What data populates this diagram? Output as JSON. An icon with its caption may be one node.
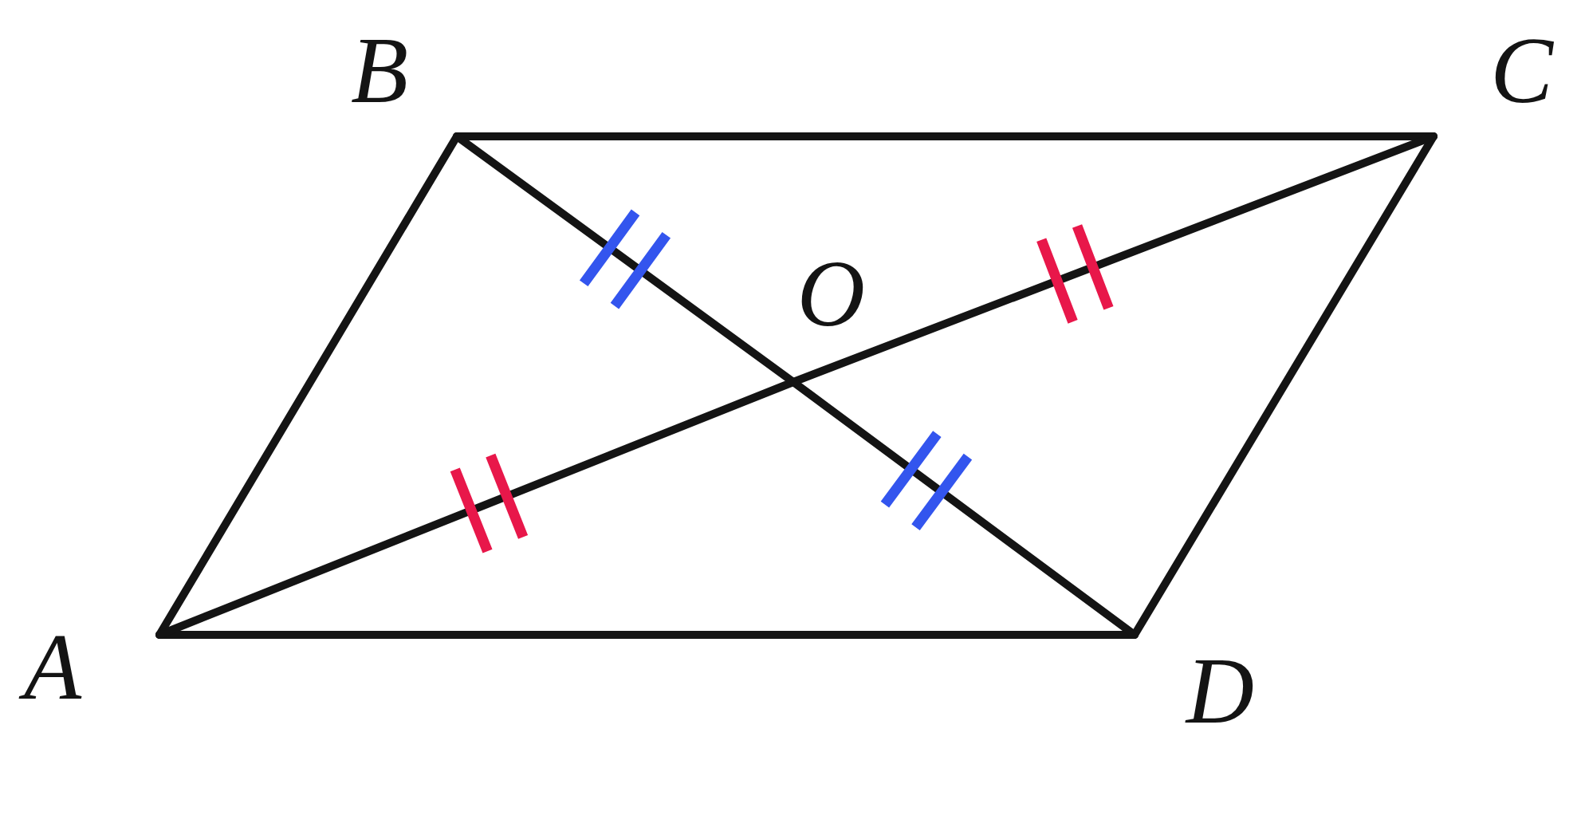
{
  "diagram": {
    "nodes": [
      {
        "text": [
          "A"
        ]
      },
      {
        "text": [
          "B"
        ]
      },
      {
        "text": [
          "C"
        ]
      },
      {
        "text": [
          "D"
        ]
      },
      {
        "text": [
          "O"
        ]
      }
    ],
    "edges": [
      {
        "from": 0,
        "to": 1,
        "arrow": "none"
      },
      {
        "from": 1,
        "to": 2,
        "arrow": "none"
      },
      {
        "from": 2,
        "to": 3,
        "arrow": "none"
      },
      {
        "from": 3,
        "to": 0,
        "arrow": "none"
      },
      {
        "from": 0,
        "to": 4,
        "arrow": "none"
      },
      {
        "from": 4,
        "to": 2,
        "arrow": "none"
      },
      {
        "from": 1,
        "to": 4,
        "arrow": "none"
      },
      {
        "from": 4,
        "to": 3,
        "arrow": "none"
      }
    ]
  }
}
